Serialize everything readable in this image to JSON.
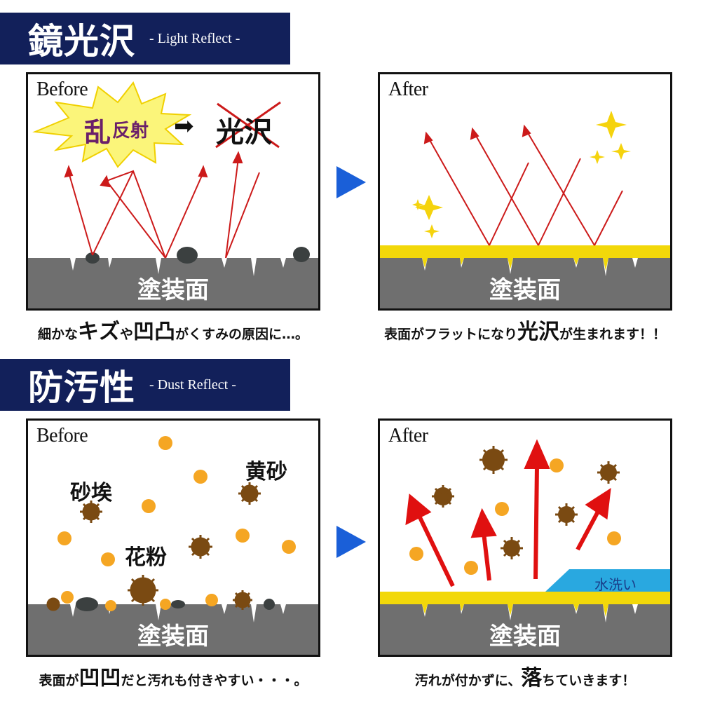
{
  "section1": {
    "title": "鏡光沢",
    "subtitle": "- Light Reflect -",
    "before": {
      "label": "Before",
      "burst_text_1": "乱",
      "burst_text_2": "反射",
      "arrow_symbol": "➡",
      "crossed_text": "光沢",
      "surface": "塗装面",
      "caption_pre": "細かな",
      "caption_em1": "キズ",
      "caption_mid": "や",
      "caption_em2": "凹凸",
      "caption_post": "がくすみの原因に…。"
    },
    "after": {
      "label": "After",
      "surface": "塗装面",
      "caption_pre": "表面がフラットになり",
      "caption_em": "光沢",
      "caption_post": "が生まれます！！"
    }
  },
  "section2": {
    "title": "防汚性",
    "subtitle": "- Dust Reflect -",
    "before": {
      "label": "Before",
      "tag_sand": "砂埃",
      "tag_yellow_sand": "黄砂",
      "tag_pollen": "花粉",
      "surface": "塗装面",
      "caption_pre": "表面が",
      "caption_em": "凹凹",
      "caption_post": "だと汚れも付きやすい・・・。"
    },
    "after": {
      "label": "After",
      "water_label": "水洗い",
      "surface": "塗装面",
      "caption_pre": "汚れが付かずに、",
      "caption_em": "落",
      "caption_post": "ちていきます！"
    }
  },
  "colors": {
    "banner": "#12205a",
    "surface_gray": "#6f6f6f",
    "coating_yellow": "#f2d80a",
    "ray_red": "#cc1a1a",
    "dust_brown": "#7a4a12",
    "dot_orange": "#f5a623",
    "pointer_blue": "#1a5fd8",
    "water_blue": "#29a8e0"
  }
}
